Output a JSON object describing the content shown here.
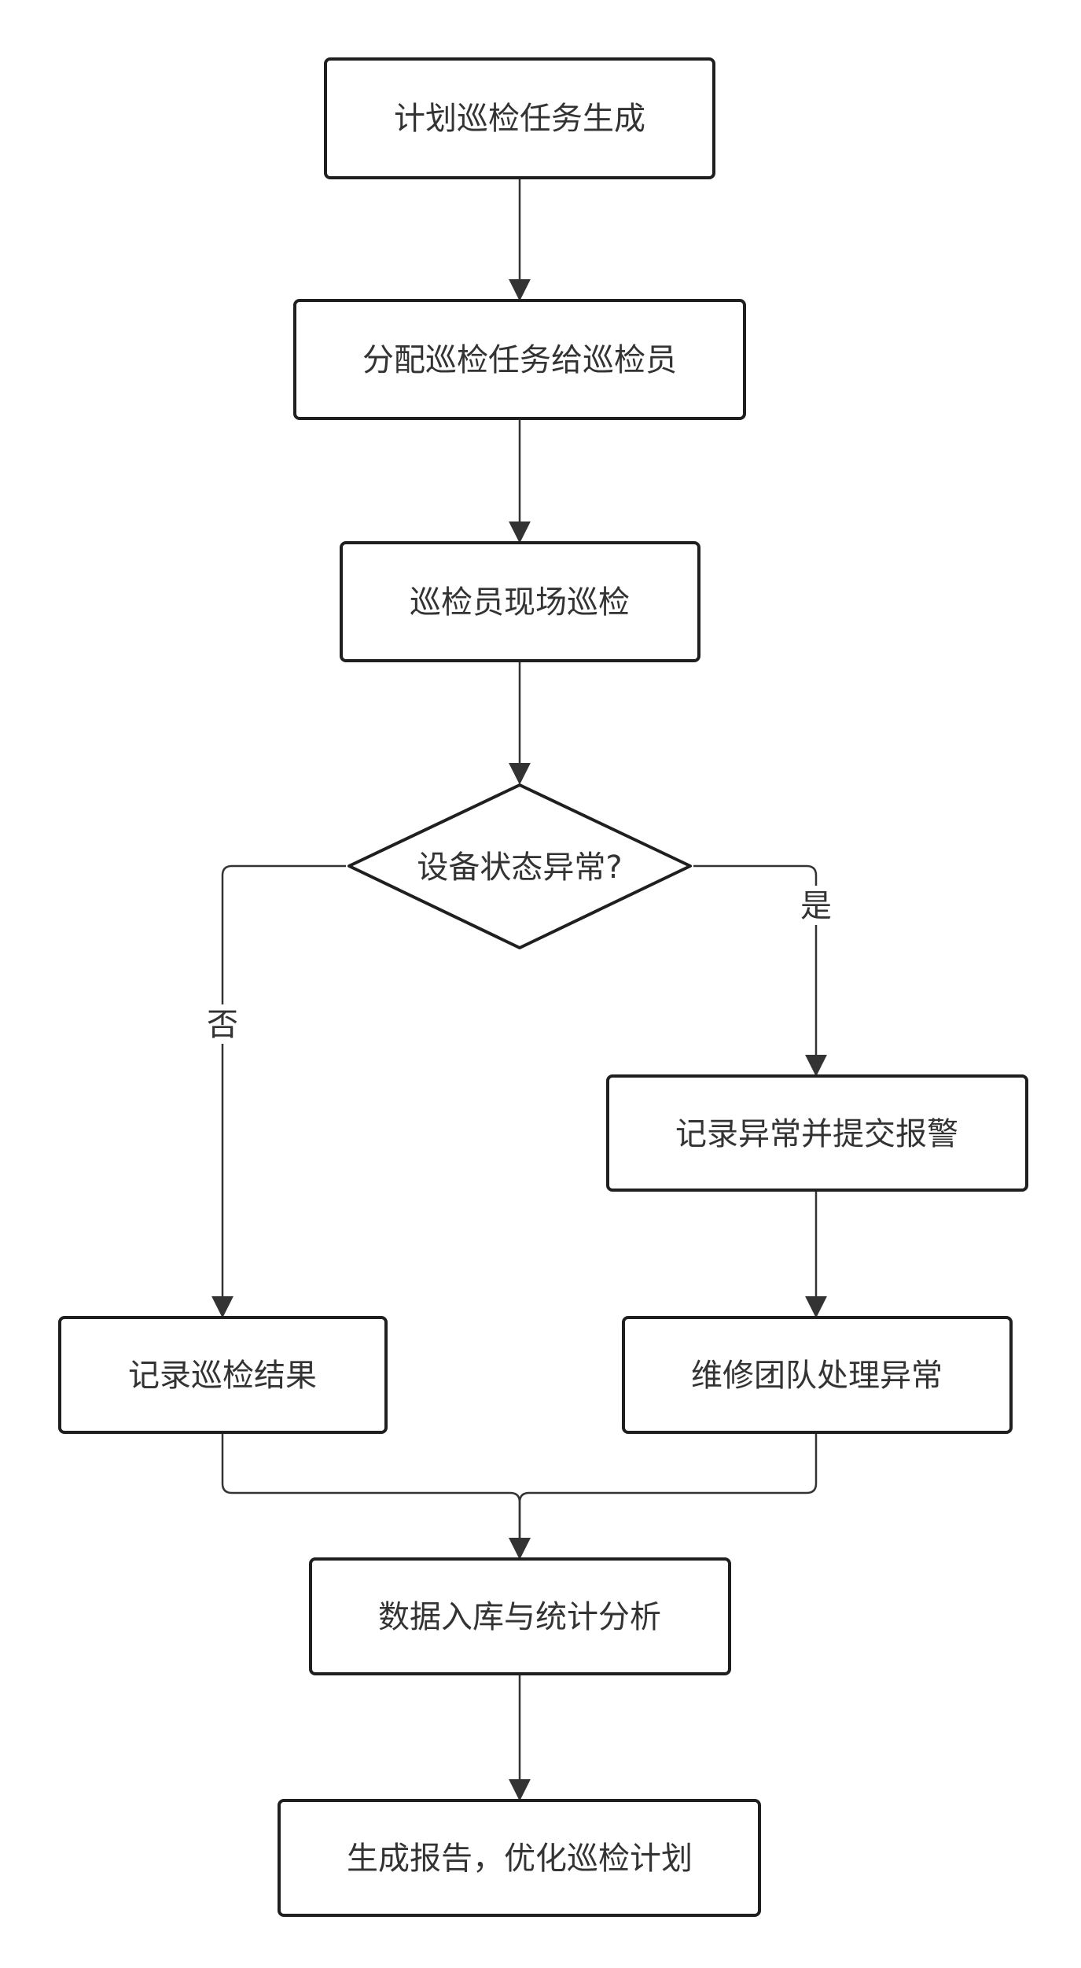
{
  "diagram": {
    "nodes": {
      "plan": "计划巡检任务生成",
      "assign": "分配巡检任务给巡检员",
      "onsite": "巡检员现场巡检",
      "decision": "设备状态异常?",
      "report_alarm": "记录异常并提交报警",
      "record_result": "记录巡检结果",
      "repair": "维修团队处理异常",
      "store": "数据入库与统计分析",
      "final": "生成报告，优化巡检计划"
    },
    "edge_labels": {
      "yes": "是",
      "no": "否"
    }
  }
}
